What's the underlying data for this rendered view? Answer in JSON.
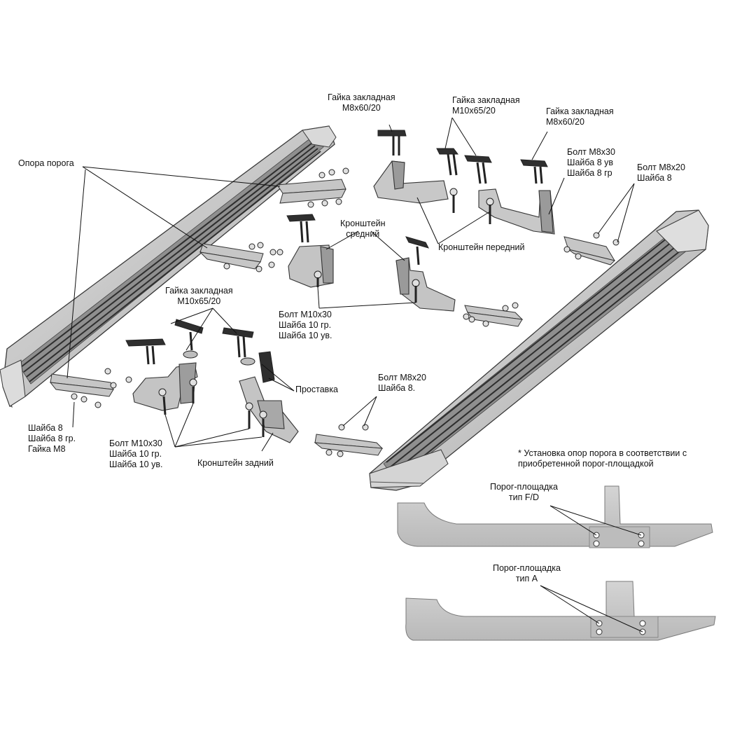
{
  "labels": {
    "nut_m8_left": "Гайка закладная\nM8x60/20",
    "nut_m10_top": "Гайка закладная\nM10x65/20",
    "nut_m8_right": "Гайка закладная\nM8x60/20",
    "bolt_m8x30": "Болт M8x30\nШайба 8 ув\nШайба 8 гр",
    "bolt_m8x20_right": "Болт M8x20\nШайба 8",
    "step_support": "Опора порога",
    "bracket_middle": "Кронштейн\nсредний",
    "bracket_front": "Кронштейн передний",
    "bolt_m10x30_mid": "Болт M10x30\nШайба 10 гр.\nШайба 10 ув.",
    "nut_m10_left": "Гайка закладная\nM10x65/20",
    "spacer": "Проставка",
    "bolt_m8x20_low": "Болт M8x20\nШайба 8.",
    "washer_nut_m8": "Шайба 8\nШайба 8 гр.\nГайка M8",
    "bolt_m10x30_low": "Болт M10x30\nШайба 10 гр.\nШайба 10 ув.",
    "bracket_rear": "Кронштейн задний",
    "install_note": "* Установка опор порога в соответствии с\nприобретенной порог-площадкой",
    "type_fd": "Порог-площадка\nтип F/D",
    "type_a": "Порог-площадка\nтип A"
  },
  "colors": {
    "part_fill": "#c9c9c9",
    "part_dark": "#7d7d7d",
    "part_edge": "#3a3a3a",
    "groove": "#5a5a5a",
    "leader": "#111111"
  }
}
